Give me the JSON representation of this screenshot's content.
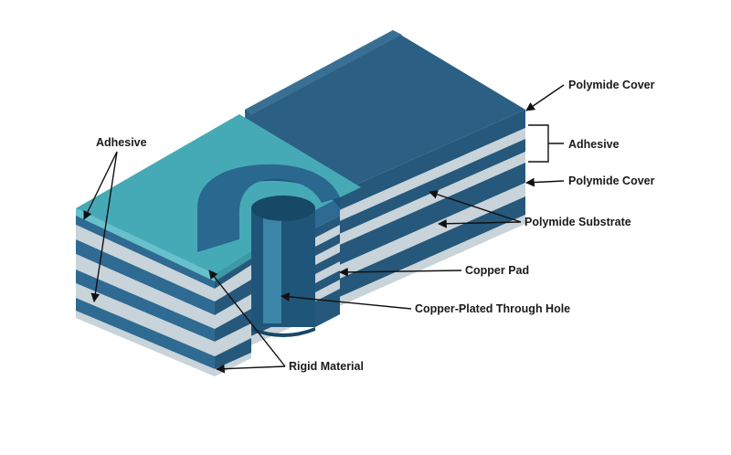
{
  "labels": {
    "adhesive_left": "Adhesive",
    "polymide_cover_top": "Polymide Cover",
    "adhesive_right": "Adhesive",
    "polymide_cover_mid": "Polymide Cover",
    "polymide_substrate": "Polymide Substrate",
    "copper_pad": "Copper Pad",
    "through_hole": "Copper-Plated Through Hole",
    "rigid_material": "Rigid Material"
  },
  "colors": {
    "dark_blue": "#25587a",
    "mid_blue": "#2e6a91",
    "top_dark": "#2b5f84",
    "light_gray": "#c8d3da",
    "teal": "#45aab6",
    "teal_light": "#67c1cb",
    "bore": "#1f5578",
    "bore_light": "#3a85a8"
  }
}
